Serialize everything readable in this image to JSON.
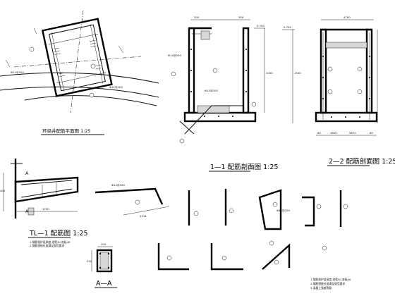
{
  "views": {
    "plan": {
      "title": "环梁井配筋平面图 1:25"
    },
    "section_1_1": {
      "title": "1—1 配筋剖面图 1:25",
      "elev_top": "0.700",
      "dims_top": [
        "200",
        "300"
      ],
      "dim_side": "1000",
      "dim_right": "1000"
    },
    "section_2_2": {
      "title": "2—2 配筋剖面图 1:25",
      "elev_top": "0.700",
      "dims_top": [
        "4700"
      ],
      "dims_bottom": [
        "80",
        "1800",
        "5670",
        "80"
      ],
      "dim_right": "1500"
    },
    "beam_tl1": {
      "title": "TL—1 配筋图 1:25",
      "mark_a": "A",
      "dim_bottom": "1700",
      "dim_left": "400"
    },
    "section_a_a": {
      "title": "A—A",
      "dim_top": "300",
      "dim_side": "350"
    },
    "bar_1": {
      "dim": "2314"
    }
  },
  "rebar_labels": [
    "Φ14@200",
    "Φ14@200",
    "Φ12@200",
    "Φ12@200",
    "Φ14@200",
    "Φ14@200"
  ],
  "notes": [
    "1.钢筋保护层厚度,池壁30,底板40",
    "2.钢筋搭接长度满足规范要求",
    "3.混凝土强度等级"
  ]
}
